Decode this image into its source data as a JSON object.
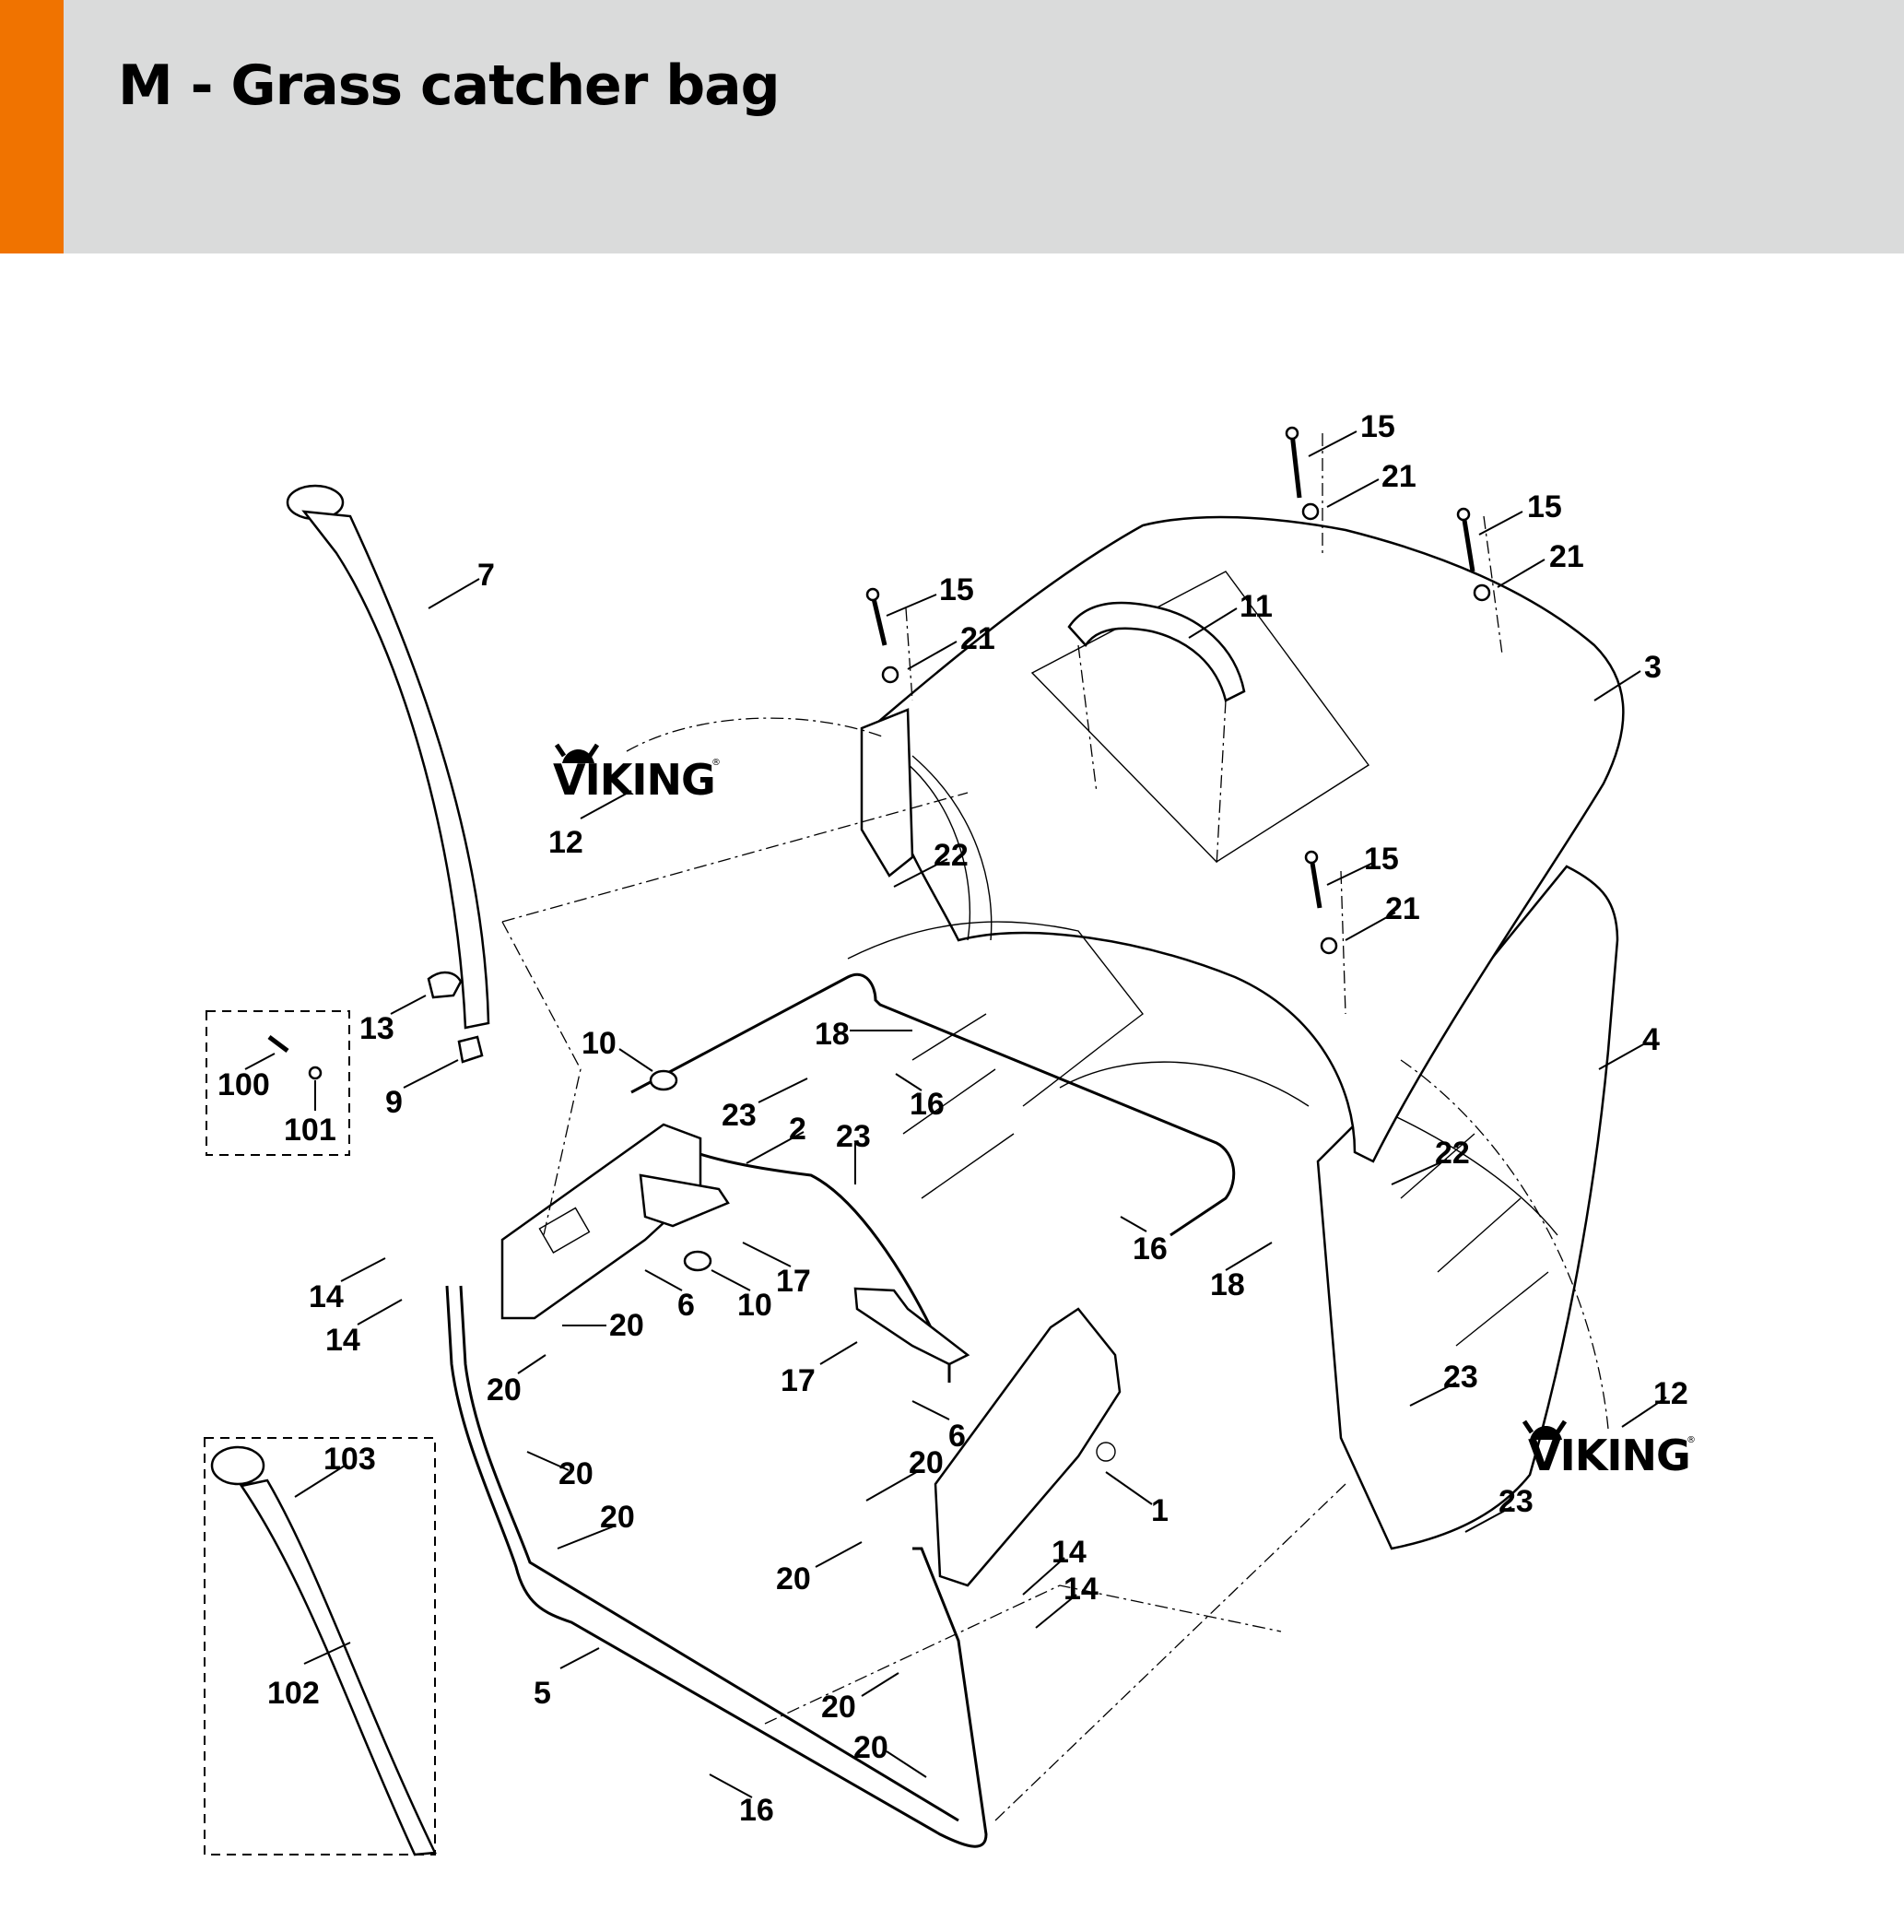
{
  "header": {
    "title": "M - Grass catcher bag",
    "accent_color": "#f07300",
    "background_color": "#dadbdb"
  },
  "diagram": {
    "logos": [
      {
        "text": "VIKING",
        "mark": "®",
        "ref": "12"
      },
      {
        "text": "VIKING",
        "mark": "®",
        "ref": "12"
      }
    ],
    "callouts": [
      {
        "id": "c1",
        "label": "15"
      },
      {
        "id": "c2",
        "label": "21"
      },
      {
        "id": "c3",
        "label": "15"
      },
      {
        "id": "c4",
        "label": "21"
      },
      {
        "id": "c5",
        "label": "15"
      },
      {
        "id": "c6",
        "label": "21"
      },
      {
        "id": "c7",
        "label": "11"
      },
      {
        "id": "c8",
        "label": "3"
      },
      {
        "id": "c9",
        "label": "7"
      },
      {
        "id": "c10",
        "label": "12"
      },
      {
        "id": "c11",
        "label": "22"
      },
      {
        "id": "c12",
        "label": "15"
      },
      {
        "id": "c13",
        "label": "21"
      },
      {
        "id": "c14",
        "label": "4"
      },
      {
        "id": "c15",
        "label": "13"
      },
      {
        "id": "c16",
        "label": "9"
      },
      {
        "id": "c17",
        "label": "100"
      },
      {
        "id": "c18",
        "label": "101"
      },
      {
        "id": "c19",
        "label": "10"
      },
      {
        "id": "c20",
        "label": "18"
      },
      {
        "id": "c21",
        "label": "16"
      },
      {
        "id": "c22",
        "label": "23"
      },
      {
        "id": "c23",
        "label": "2"
      },
      {
        "id": "c24",
        "label": "23"
      },
      {
        "id": "c25",
        "label": "22"
      },
      {
        "id": "c26",
        "label": "16"
      },
      {
        "id": "c27",
        "label": "18"
      },
      {
        "id": "c28",
        "label": "17"
      },
      {
        "id": "c29",
        "label": "6"
      },
      {
        "id": "c30",
        "label": "10"
      },
      {
        "id": "c31",
        "label": "14"
      },
      {
        "id": "c32",
        "label": "14"
      },
      {
        "id": "c33",
        "label": "20"
      },
      {
        "id": "c34",
        "label": "20"
      },
      {
        "id": "c35",
        "label": "17"
      },
      {
        "id": "c36",
        "label": "6"
      },
      {
        "id": "c37",
        "label": "23"
      },
      {
        "id": "c38",
        "label": "12"
      },
      {
        "id": "c39",
        "label": "103"
      },
      {
        "id": "c40",
        "label": "20"
      },
      {
        "id": "c41",
        "label": "20"
      },
      {
        "id": "c42",
        "label": "1"
      },
      {
        "id": "c43",
        "label": "23"
      },
      {
        "id": "c44",
        "label": "20"
      },
      {
        "id": "c45",
        "label": "14"
      },
      {
        "id": "c46",
        "label": "14"
      },
      {
        "id": "c47",
        "label": "20"
      },
      {
        "id": "c48",
        "label": "102"
      },
      {
        "id": "c49",
        "label": "5"
      },
      {
        "id": "c50",
        "label": "20"
      },
      {
        "id": "c51",
        "label": "20"
      },
      {
        "id": "c52",
        "label": "16"
      }
    ]
  }
}
